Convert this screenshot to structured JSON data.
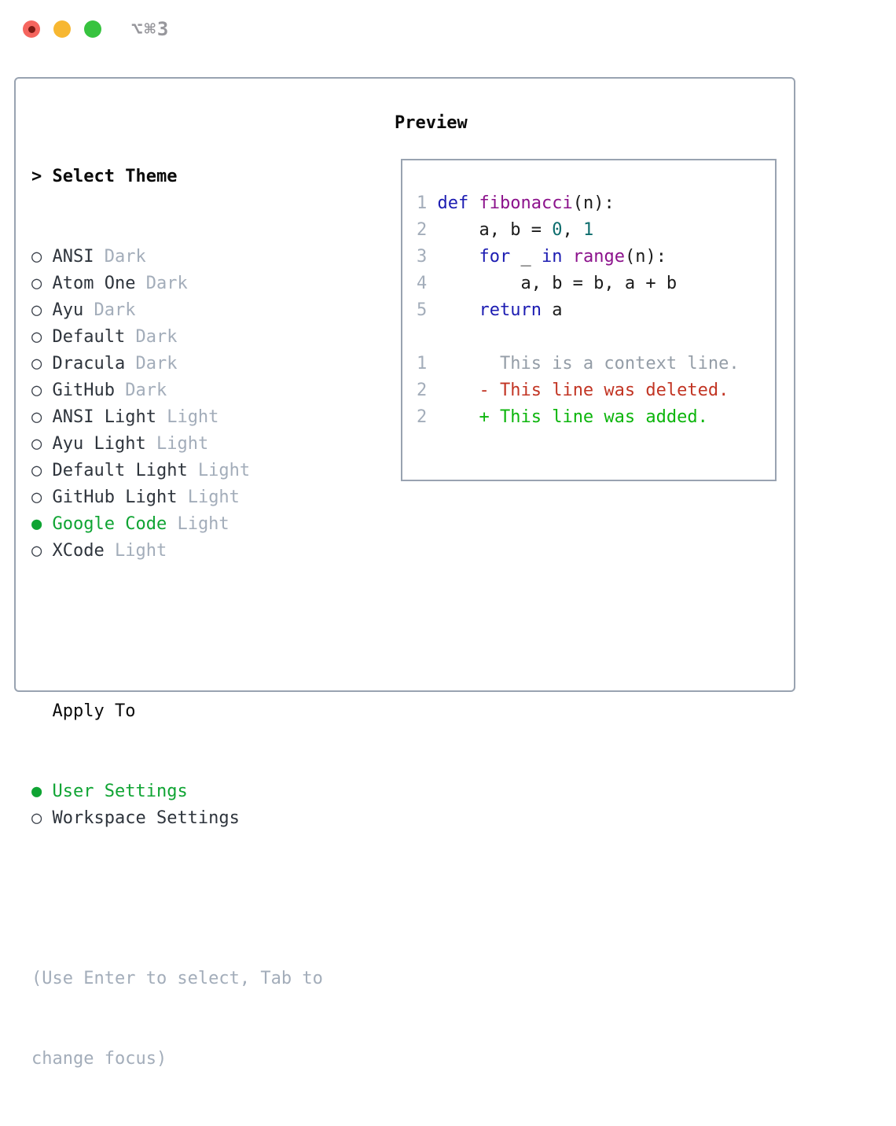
{
  "titlebar": {
    "shortcut": "⌥⌘3"
  },
  "panel": {
    "theme_list": {
      "cursor": "> ",
      "title": "Select Theme",
      "items": [
        {
          "name": "ANSI",
          "tag": "Dark",
          "selected": false
        },
        {
          "name": "Atom One",
          "tag": "Dark",
          "selected": false
        },
        {
          "name": "Ayu",
          "tag": "Dark",
          "selected": false
        },
        {
          "name": "Default",
          "tag": "Dark",
          "selected": false
        },
        {
          "name": "Dracula",
          "tag": "Dark",
          "selected": false
        },
        {
          "name": "GitHub",
          "tag": "Dark",
          "selected": false
        },
        {
          "name": "ANSI Light",
          "tag": "Light",
          "selected": false
        },
        {
          "name": "Ayu Light",
          "tag": "Light",
          "selected": false
        },
        {
          "name": "Default Light",
          "tag": "Light",
          "selected": false
        },
        {
          "name": "GitHub Light",
          "tag": "Light",
          "selected": false
        },
        {
          "name": "Google Code",
          "tag": "Light",
          "selected": true
        },
        {
          "name": "XCode",
          "tag": "Light",
          "selected": false
        }
      ]
    },
    "apply_to": {
      "title": "Apply To",
      "items": [
        {
          "name": "User Settings",
          "tag": "",
          "selected": true
        },
        {
          "name": "Workspace Settings",
          "tag": "",
          "selected": false
        }
      ]
    },
    "markers": {
      "selected": "●",
      "unselected": "○"
    },
    "help_lines": [
      "(Use Enter to select, Tab to",
      "change focus)"
    ]
  },
  "preview": {
    "title": "Preview",
    "lines": [
      {
        "kind": "code",
        "num": "1",
        "tokens": [
          {
            "t": " ",
            "c": "pln"
          },
          {
            "t": "def",
            "c": "kwd"
          },
          {
            "t": " ",
            "c": "pln"
          },
          {
            "t": "fibonacci",
            "c": "typ"
          },
          {
            "t": "(n):",
            "c": "pln"
          }
        ]
      },
      {
        "kind": "code",
        "num": "2",
        "tokens": [
          {
            "t": "     a, b = ",
            "c": "pln"
          },
          {
            "t": "0",
            "c": "lit"
          },
          {
            "t": ", ",
            "c": "pln"
          },
          {
            "t": "1",
            "c": "lit"
          }
        ]
      },
      {
        "kind": "code",
        "num": "3",
        "tokens": [
          {
            "t": "     ",
            "c": "pln"
          },
          {
            "t": "for",
            "c": "kwd"
          },
          {
            "t": " _ ",
            "c": "pln"
          },
          {
            "t": "in",
            "c": "kwd"
          },
          {
            "t": " ",
            "c": "pln"
          },
          {
            "t": "range",
            "c": "typ"
          },
          {
            "t": "(n):",
            "c": "pln"
          }
        ]
      },
      {
        "kind": "code",
        "num": "4",
        "tokens": [
          {
            "t": "         a, b = b, a + b",
            "c": "pln"
          }
        ]
      },
      {
        "kind": "code",
        "num": "5",
        "tokens": [
          {
            "t": "     ",
            "c": "pln"
          },
          {
            "t": "return",
            "c": "kwd"
          },
          {
            "t": " a",
            "c": "pln"
          }
        ]
      },
      {
        "kind": "blank",
        "num": "",
        "tokens": []
      },
      {
        "kind": "context",
        "num": "1",
        "tokens": [
          {
            "t": "       This is a context line.",
            "c": "ctx"
          }
        ]
      },
      {
        "kind": "deleted",
        "num": "2",
        "tokens": [
          {
            "t": "     ",
            "c": "pln"
          },
          {
            "t": "- This line was deleted.",
            "c": "del"
          }
        ]
      },
      {
        "kind": "added",
        "num": "2",
        "tokens": [
          {
            "t": "     ",
            "c": "pln"
          },
          {
            "t": "+ This line was added.",
            "c": "add"
          }
        ]
      }
    ]
  },
  "colors": {
    "border": "#99a3b1",
    "text": "#2e343c",
    "muted": "#a3adba",
    "title": "#0a0a0a",
    "green": "#0fa433",
    "num": "#a3adba",
    "pln": "#1b1b1b",
    "kwd": "#1c1cb2",
    "typ": "#8c128c",
    "lit": "#0d6d6d",
    "ctx": "#949da7",
    "del": "#c23524",
    "add": "#0cb50c",
    "tl-red": "#f5655e",
    "tl-red-dot": "#7c1a13",
    "tl-yellow": "#f7b731",
    "tl-green": "#37c33f",
    "shortcut": "#97979c"
  }
}
